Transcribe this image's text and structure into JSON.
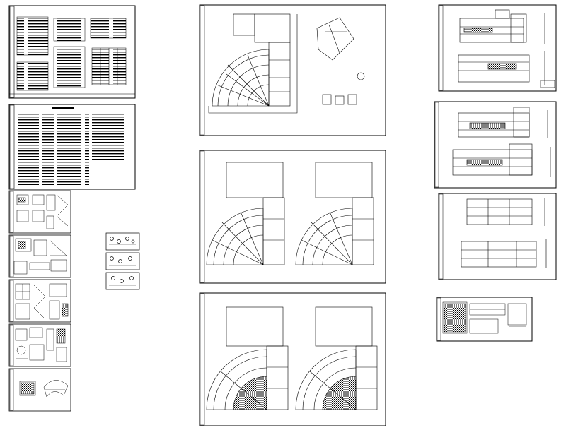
{
  "sheet_set": {
    "sheets": [
      {
        "id": "s1",
        "kind": "design-notes-tables",
        "caption": "",
        "scale": ""
      },
      {
        "id": "s2",
        "kind": "text-notes",
        "caption": "",
        "scale": ""
      },
      {
        "id": "s3",
        "kind": "details-grid",
        "caption": "",
        "scale": ""
      },
      {
        "id": "s4",
        "kind": "details-grid",
        "caption": "",
        "scale": ""
      },
      {
        "id": "s5",
        "kind": "details-grid",
        "caption": "",
        "scale": ""
      },
      {
        "id": "s6",
        "kind": "details-grid",
        "caption": "",
        "scale": ""
      },
      {
        "id": "s7",
        "kind": "site-detail",
        "caption": "",
        "scale": ""
      },
      {
        "id": "s8",
        "kind": "floor-plan",
        "caption": "",
        "scale": ""
      },
      {
        "id": "s9",
        "kind": "floor-plan-pair",
        "caption": "",
        "scale": ""
      },
      {
        "id": "s10",
        "kind": "floor-plan-pair-hatched",
        "caption": "",
        "scale": ""
      },
      {
        "id": "s11",
        "kind": "elevation-pair",
        "caption": "",
        "scale": ""
      },
      {
        "id": "s12",
        "kind": "elevation-pair",
        "caption": "",
        "scale": ""
      },
      {
        "id": "s13",
        "kind": "section-pair",
        "caption": "",
        "scale": ""
      },
      {
        "id": "s14",
        "kind": "detail-strip",
        "caption": "",
        "scale": ""
      }
    ]
  }
}
